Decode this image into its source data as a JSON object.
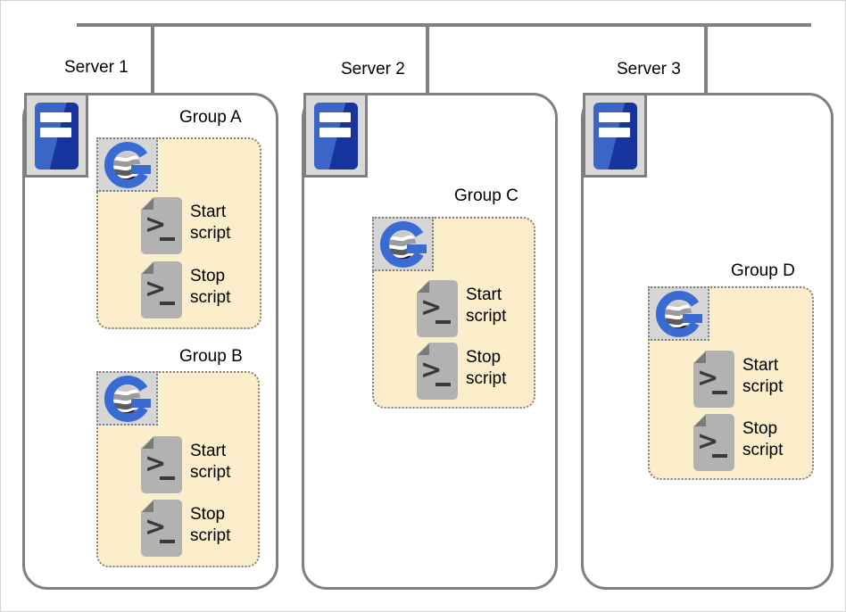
{
  "diagram_title": "",
  "colors": {
    "line_gray": "#808080",
    "group_fill": "#fceecb",
    "icon_panel_gray": "#d9d9d9",
    "logo_blue": "#3a6bd3",
    "tower_blue_light": "#3b66c7",
    "tower_blue_dark": "#16339e",
    "script_body_gray": "#b2b2b2"
  },
  "icons": {
    "server": "server-tower-icon",
    "group": "group-globe-icon",
    "script": "shell-script-icon"
  },
  "servers": [
    {
      "label": "Server 1"
    },
    {
      "label": "Server 2"
    },
    {
      "label": "Server 3"
    }
  ],
  "groups": [
    {
      "label": "Group A",
      "scripts": [
        "Start script",
        "Stop script"
      ]
    },
    {
      "label": "Group B",
      "scripts": [
        "Start script",
        "Stop script"
      ]
    },
    {
      "label": "Group C",
      "scripts": [
        "Start script",
        "Stop script"
      ]
    },
    {
      "label": "Group D",
      "scripts": [
        "Start script",
        "Stop script"
      ]
    }
  ]
}
